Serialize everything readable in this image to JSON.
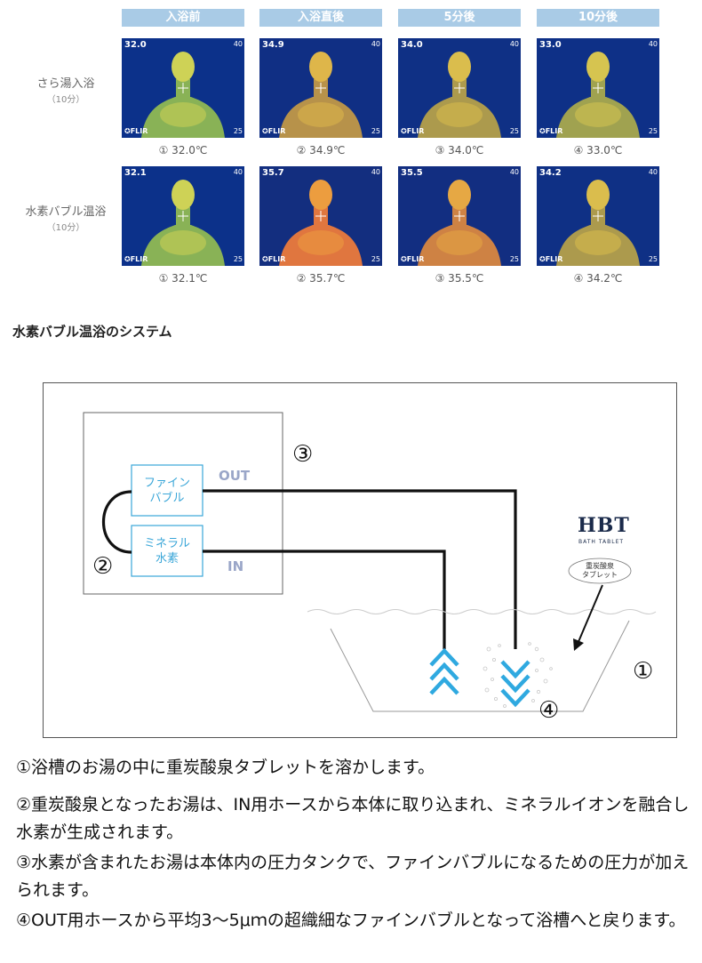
{
  "thermal": {
    "columns": [
      "入浴前",
      "入浴直後",
      "5分後",
      "10分後"
    ],
    "rows": [
      {
        "label": "さら湯入浴",
        "sublabel": "（10分）",
        "images": [
          {
            "temp": "32.0",
            "caption": "① 32.0℃",
            "warmth": 0.15
          },
          {
            "temp": "34.9",
            "caption": "② 34.9℃",
            "warmth": 0.55
          },
          {
            "temp": "34.0",
            "caption": "③ 34.0℃",
            "warmth": 0.45
          },
          {
            "temp": "33.0",
            "caption": "④ 33.0℃",
            "warmth": 0.35
          }
        ]
      },
      {
        "label": "水素バブル温浴",
        "sublabel": "（10分）",
        "images": [
          {
            "temp": "32.1",
            "caption": "① 32.1℃",
            "warmth": 0.15
          },
          {
            "temp": "35.7",
            "caption": "② 35.7℃",
            "warmth": 0.9
          },
          {
            "temp": "35.5",
            "caption": "③ 35.5℃",
            "warmth": 0.75
          },
          {
            "temp": "34.2",
            "caption": "④ 34.2℃",
            "warmth": 0.45
          }
        ]
      }
    ],
    "scale_max": "40",
    "scale_min": "25",
    "logo": "FLIR"
  },
  "section_title": "水素バブル温浴のシステム",
  "diagram": {
    "fine_bubble": [
      "ファイン",
      "バブル"
    ],
    "mineral": [
      "ミネラル",
      "水素"
    ],
    "out_label": "OUT",
    "in_label": "IN",
    "num1": "①",
    "num2": "②",
    "num3": "③",
    "num4": "④",
    "brand": "HBT",
    "brand_sub": "BATH TABLET",
    "tablet": [
      "重炭酸泉",
      "タブレット"
    ],
    "accent_color": "#3aa6d8"
  },
  "description": [
    "①浴槽のお湯の中に重炭酸泉タブレットを溶かします。",
    "②重炭酸泉となったお湯は、IN用ホースから本体に取り込まれ、ミネラルイオンを融合し水素が生成されます。",
    "③水素が含まれたお湯は本体内の圧力タンクで、ファインバブルになるための圧力が加えられます。",
    "④OUT用ホースから平均3～5μｍの超織細なファインバブルとなって浴槽へと戻ります。"
  ]
}
